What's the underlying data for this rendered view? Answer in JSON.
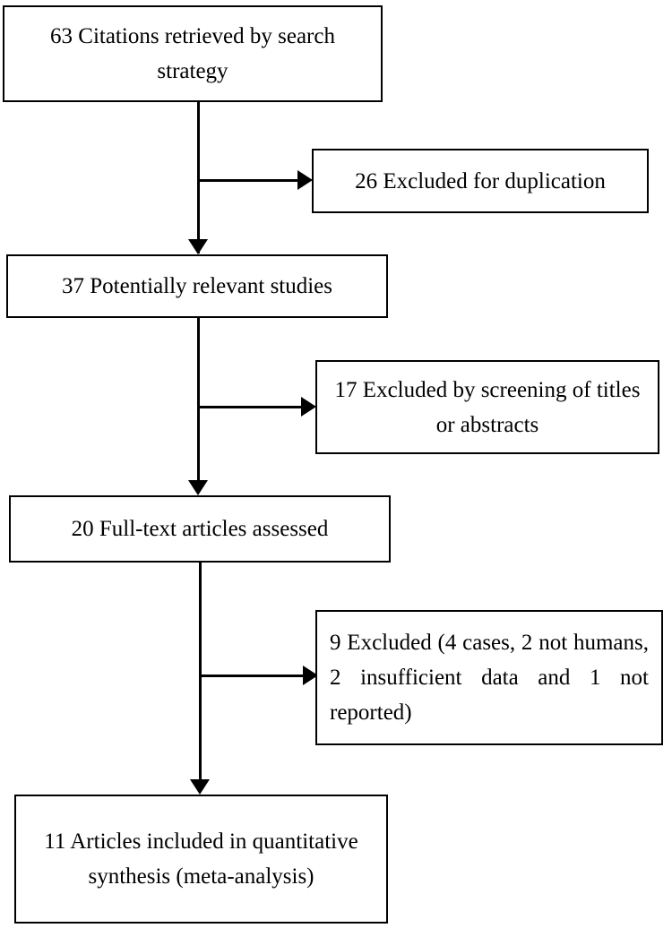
{
  "diagram": {
    "type": "flowchart",
    "title": "Study selection flow diagram",
    "orientation": "top-to-bottom",
    "stroke_color": "#000000",
    "fill_color": "#ffffff",
    "nodes": [
      {
        "id": "citations-retrieved",
        "text": "63 Citations retrieved by search strategy",
        "count": 63,
        "align": "center"
      },
      {
        "id": "excluded-duplication",
        "text": "26 Excluded for duplication",
        "count": 26,
        "align": "center"
      },
      {
        "id": "potentially-relevant",
        "text": "37 Potentially relevant studies",
        "count": 37,
        "align": "center"
      },
      {
        "id": "excluded-screening",
        "text": "17 Excluded by screening of titles or abstracts",
        "count": 17,
        "align": "center"
      },
      {
        "id": "fulltext-assessed",
        "text": "20 Full-text articles assessed",
        "count": 20,
        "align": "center"
      },
      {
        "id": "excluded-fulltext",
        "text": "9 Excluded (4 cases, 2 not humans, 2 insufficient data and 1 not reported)",
        "count": 9,
        "align": "justify"
      },
      {
        "id": "articles-included",
        "text": "11 Articles included in quantitative synthesis (meta-analysis)",
        "count": 11,
        "align": "center"
      }
    ]
  }
}
